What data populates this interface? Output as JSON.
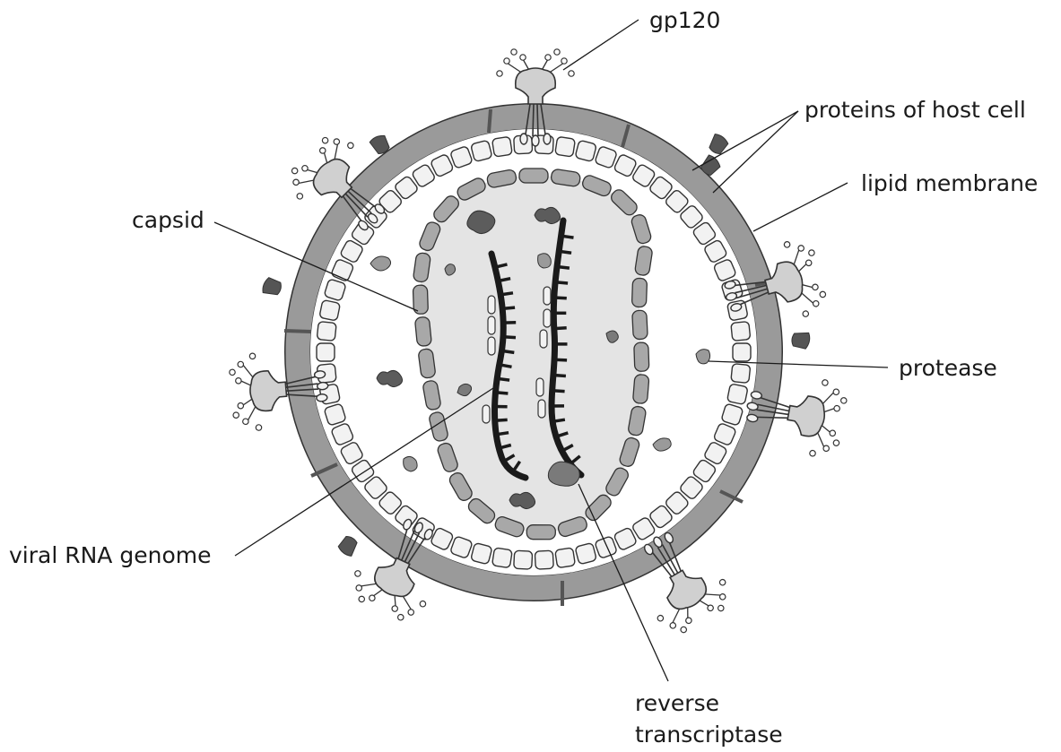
{
  "labels": {
    "gp120": "gp120",
    "host_proteins": "proteins of host cell",
    "lipid_membrane": "lipid membrane",
    "capsid": "capsid",
    "protease": "protease",
    "viral_rna": "viral RNA genome",
    "reverse_transcriptase_line1": "reverse",
    "reverse_transcriptase_line2": "transcriptase"
  },
  "colors": {
    "membrane": "#9a9a9a",
    "membrane_outline": "#333333",
    "matrix_subunit": "#f2f2f2",
    "capsid_fill": "#e4e4e4",
    "capsid_segment": "#a8a8a8",
    "rna": "#1a1a1a",
    "enzyme_dark": "#5c5c5c",
    "enzyme_mid": "#8a8a8a",
    "glycoprotein": "#d0d0d0"
  }
}
